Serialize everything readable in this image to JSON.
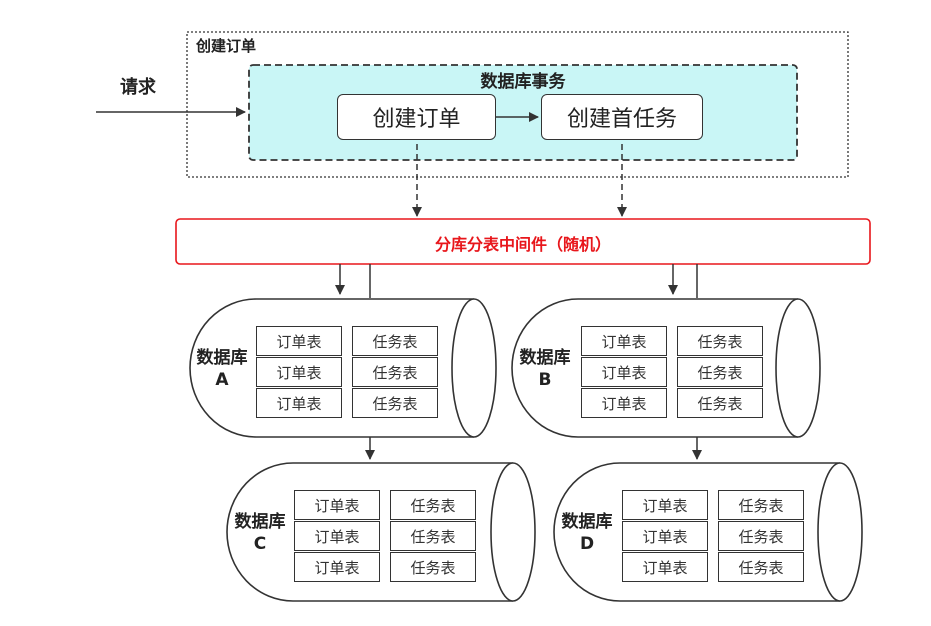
{
  "request_label": "请求",
  "outer_box_title": "创建订单",
  "transaction": {
    "title": "数据库事务",
    "step1": "创建订单",
    "step2": "创建首任务"
  },
  "middleware": {
    "label": "分库分表中间件（随机）",
    "color": "#e8161b"
  },
  "colors": {
    "transaction_fill": "#c9f6f6",
    "line": "#333333"
  },
  "databases": [
    {
      "name": "数据库",
      "letter": "A",
      "order_table": "订单表",
      "task_table": "任务表"
    },
    {
      "name": "数据库",
      "letter": "B",
      "order_table": "订单表",
      "task_table": "任务表"
    },
    {
      "name": "数据库",
      "letter": "C",
      "order_table": "订单表",
      "task_table": "任务表"
    },
    {
      "name": "数据库",
      "letter": "D",
      "order_table": "订单表",
      "task_table": "任务表"
    }
  ]
}
